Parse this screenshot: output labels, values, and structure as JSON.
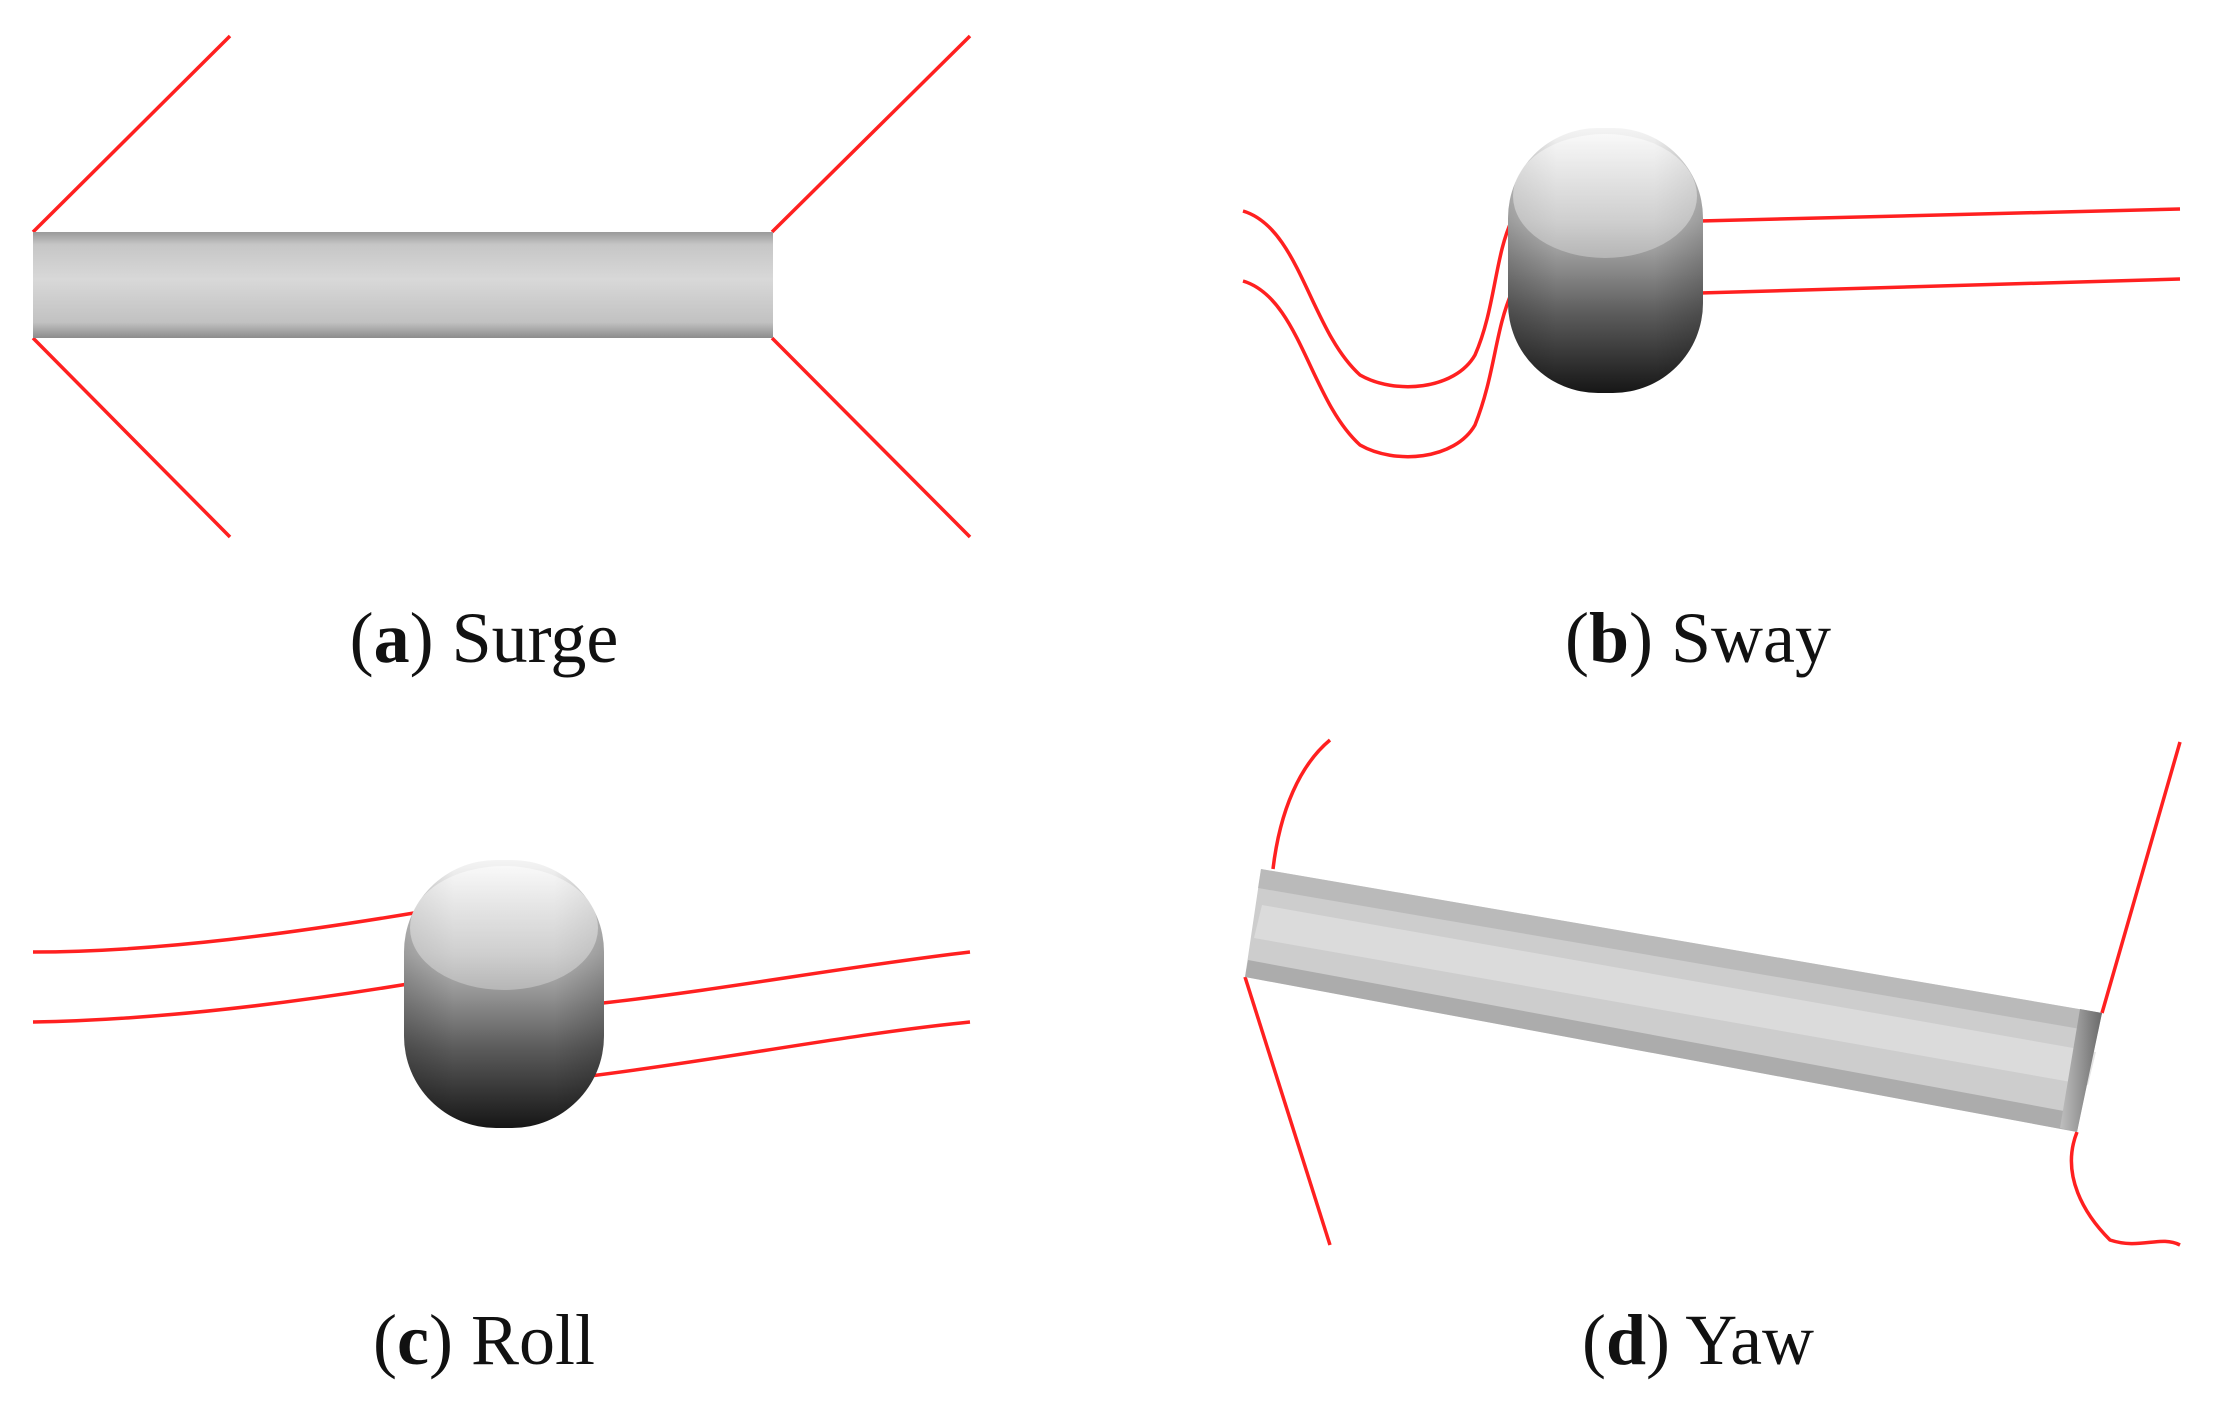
{
  "colors": {
    "mooring_line": "#ff2020",
    "float_body": "#c9c9c9",
    "float_dark": "#1e1e1e",
    "background": "#ffffff"
  },
  "panels": [
    {
      "letter": "a",
      "label": "Surge"
    },
    {
      "letter": "b",
      "label": "Sway"
    },
    {
      "letter": "c",
      "label": "Roll"
    },
    {
      "letter": "d",
      "label": "Yaw"
    }
  ]
}
